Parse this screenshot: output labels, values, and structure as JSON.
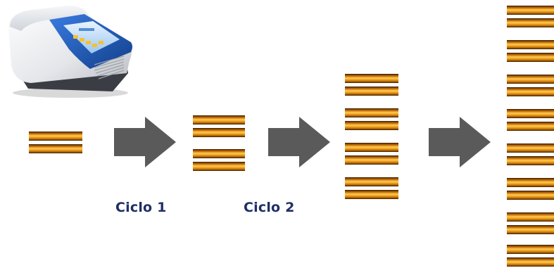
{
  "labels": {
    "cycle1": "Ciclo 1",
    "cycle2": "Ciclo 2"
  },
  "icons": {
    "machine": "pcr-thermocycler-icon",
    "arrow": "right-arrow-icon"
  },
  "stages": [
    {
      "stage": 0,
      "dna_count": 1
    },
    {
      "stage": 1,
      "dna_count": 2
    },
    {
      "stage": 2,
      "dna_count": 4
    },
    {
      "stage": 3,
      "dna_count": 8
    }
  ],
  "colors": {
    "dna_strand": "#f5a623",
    "dna_dark": "#6b3a00",
    "arrow": "#5a5a5a",
    "label": "#1f2f66",
    "machine_screen": "#1e62c7"
  }
}
